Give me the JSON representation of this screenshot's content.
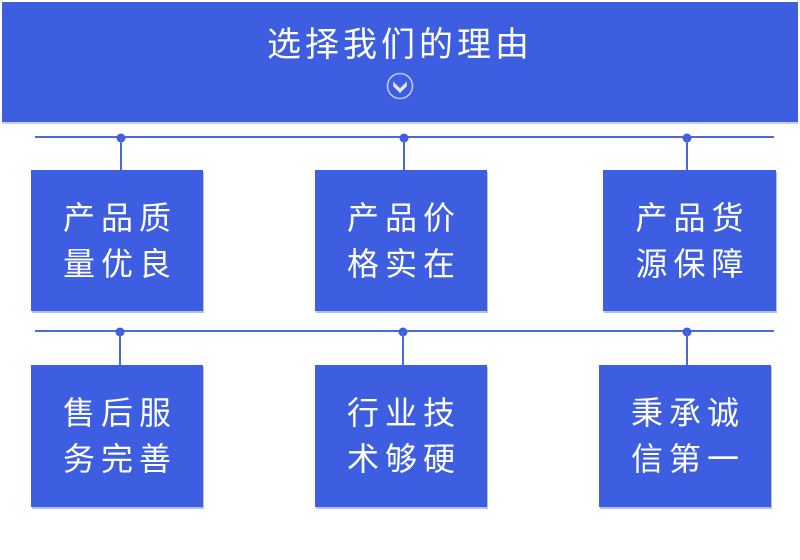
{
  "banner": {
    "title": "选择我们的理由",
    "icon": "chevron-down-circle-icon"
  },
  "colors": {
    "primary_blue": "#3E5EE2",
    "connector_blue": "#4A68E0",
    "edge_highlight": "#C7CFF2",
    "text": "#FFFFFF",
    "background": "#FFFFFF"
  },
  "rows": [
    {
      "boxes": [
        {
          "line1": "产品质",
          "line2": "量优良"
        },
        {
          "line1": "产品价",
          "line2": "格实在"
        },
        {
          "line1": "产品货",
          "line2": "源保障"
        }
      ]
    },
    {
      "boxes": [
        {
          "line1": "售后服",
          "line2": "务完善"
        },
        {
          "line1": "行业技",
          "line2": "术够硬"
        },
        {
          "line1": "秉承诚",
          "line2": "信第一"
        }
      ]
    }
  ]
}
